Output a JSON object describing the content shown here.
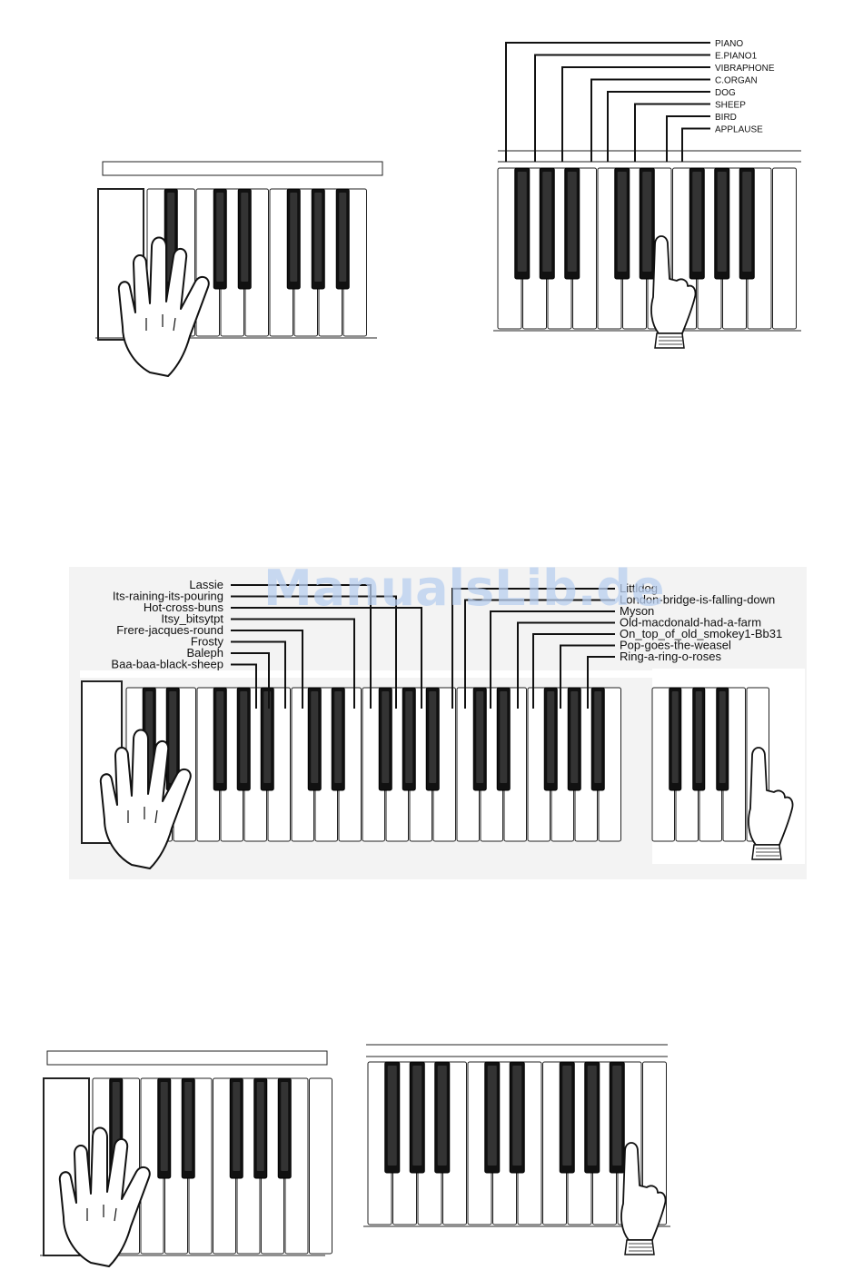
{
  "figure1": {
    "voice_labels": [
      "PIANO",
      "E.PIANO1",
      "VIBRAPHONE",
      "C.ORGAN",
      "DOG",
      "SHEEP",
      "BIRD",
      "APPLAUSE"
    ]
  },
  "figure2": {
    "left_labels": [
      "Lassie",
      "Its-raining-its-pouring",
      "Hot-cross-buns",
      "Itsy_bitsytpt",
      "Frere-jacques-round",
      "Frosty",
      "Baleph",
      "Baa-baa-black-sheep"
    ],
    "right_labels": [
      "Littldog",
      "London-bridge-is-falling-down",
      "Myson",
      "Old-macdonald-had-a-farm",
      "On_top_of_old_smokey1-Bb31",
      "Pop-goes-the-weasel",
      "Ring-a-ring-o-roses"
    ]
  },
  "watermark": "ManualsLib.de",
  "colors": {
    "ink": "#111111",
    "panel": "#f3f3f3",
    "watermark": "#b9cff0"
  },
  "icons": [
    "left-hand-icon",
    "pointing-finger-icon"
  ]
}
